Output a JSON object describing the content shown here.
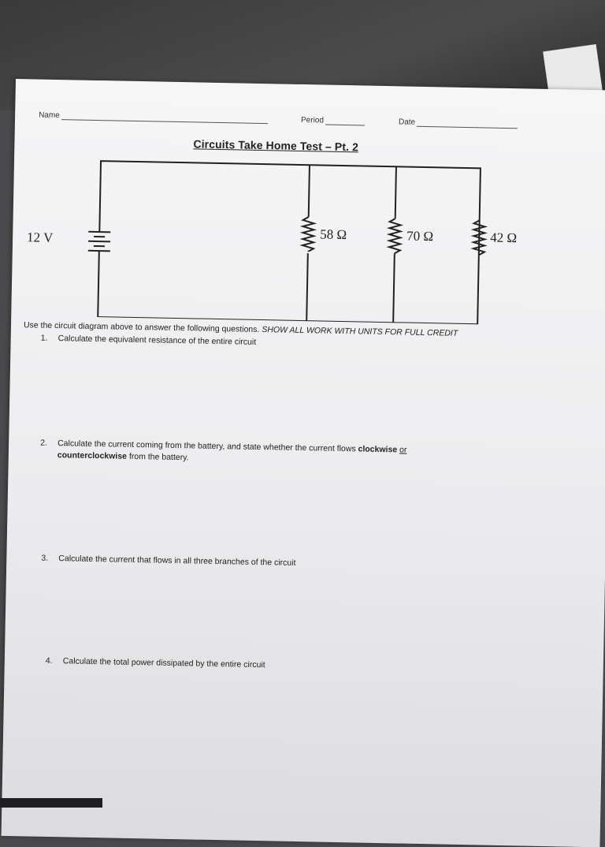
{
  "header": {
    "name_label": "Name",
    "period_label": "Period",
    "date_label": "Date"
  },
  "title": "Circuits Take Home Test – Pt. 2",
  "circuit": {
    "battery": "12 V",
    "resistors": [
      "58 Ω",
      "70 Ω",
      "42 Ω"
    ]
  },
  "instructions": {
    "text": "Use the circuit diagram above to answer the following questions.",
    "emphasis": "SHOW ALL WORK WITH UNITS FOR FULL CREDIT"
  },
  "questions": [
    {
      "number": "1.",
      "text": "Calculate the equivalent resistance of the entire circuit"
    },
    {
      "number": "2.",
      "text_before": "Calculate the current coming from the battery, and state whether the current flows",
      "bold1": "clockwise",
      "or": "or",
      "bold2": "counterclockwise",
      "text_after": "from the battery."
    },
    {
      "number": "3.",
      "text": "Calculate the current that flows in all three branches of the circuit"
    },
    {
      "number": "4.",
      "text": "Calculate the total power dissipated by the entire circuit"
    }
  ]
}
